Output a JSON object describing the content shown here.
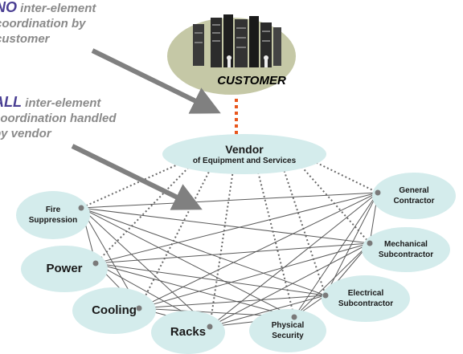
{
  "annotations": {
    "no_coordination": {
      "emphasis": "NO",
      "line1": " inter-element",
      "line2": "coordination by",
      "line3": "customer"
    },
    "all_coordination": {
      "emphasis": "ALL",
      "line1": " inter-element",
      "line2": "coordination handled",
      "line3": "by vendor"
    }
  },
  "customer": {
    "label": "CUSTOMER"
  },
  "vendor": {
    "title": "Vendor",
    "subtitle": "of Equipment and Services"
  },
  "elements": {
    "fire_suppression": {
      "line1": "Fire",
      "line2": "Suppression"
    },
    "power": {
      "line1": "Power"
    },
    "cooling": {
      "line1": "Cooling"
    },
    "racks": {
      "line1": "Racks"
    },
    "physical_security": {
      "line1": "Physical",
      "line2": "Security"
    },
    "electrical_subcontractor": {
      "line1": "Electrical",
      "line2": "Subcontractor"
    },
    "mechanical_subcontractor": {
      "line1": "Mechanical",
      "line2": "Subcontractor"
    },
    "general_contractor": {
      "line1": "General",
      "line2": "Contractor"
    }
  },
  "colors": {
    "node_fill": "#d4ecec",
    "customer_fill": "#c5c8a6",
    "arrow": "#808080",
    "dotted_link": "#e8561c",
    "mesh_line": "#5a5a5a",
    "annotation_text": "#8a8a8a",
    "annotation_emphasis": "#4a3f93"
  },
  "icons": {
    "server_racks": "server-racks-illustration"
  }
}
